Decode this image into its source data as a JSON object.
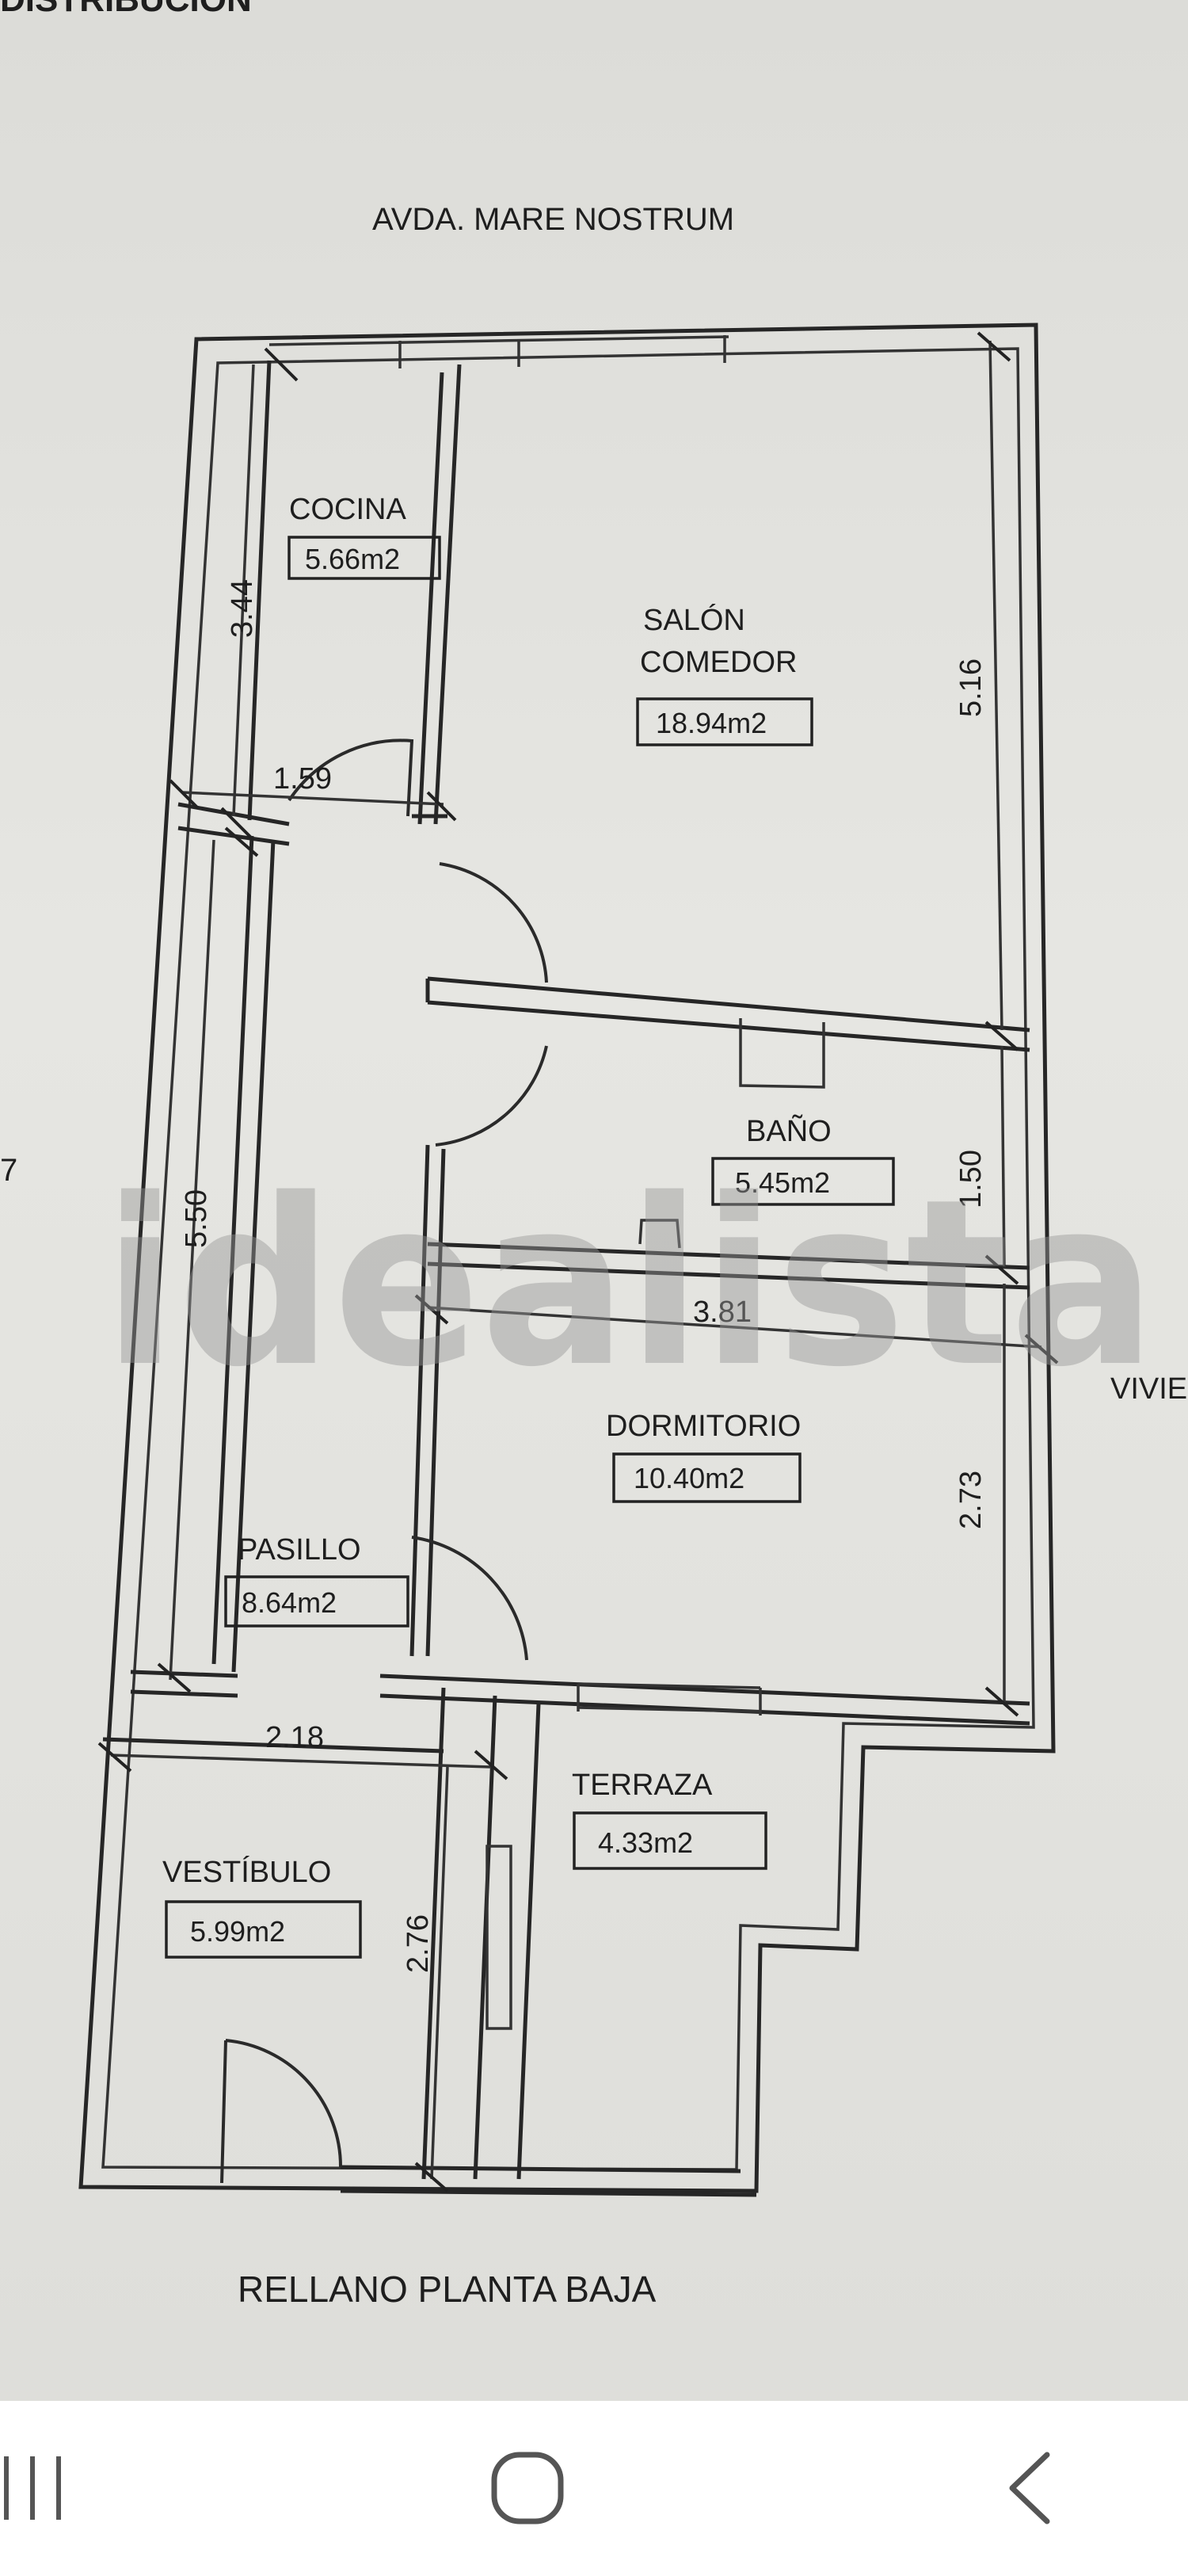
{
  "header": {
    "partial_title": "DISTRIBUCION"
  },
  "street_label": "AVDA. MARE NOSTRUM",
  "bottom_label": "RELLANO PLANTA BAJA",
  "rooms": {
    "cocina": {
      "name": "COCINA",
      "area": "5.66m2"
    },
    "salon": {
      "name_line1": "SALÓN",
      "name_line2": "COMEDOR",
      "area": "18.94m2"
    },
    "bano": {
      "name": "BAÑO",
      "area": "5.45m2"
    },
    "dormitorio": {
      "name": "DORMITORIO",
      "area": "10.40m2"
    },
    "pasillo": {
      "name": "PASILLO",
      "area": "8.64m2"
    },
    "vestibulo": {
      "name": "VESTÍBULO",
      "area": "5.99m2"
    },
    "terraza": {
      "name": "TERRAZA",
      "area": "4.33m2"
    }
  },
  "dimensions": {
    "cocina_height": "3.44",
    "cocina_width": "1.59",
    "salon_height": "5.16",
    "bano_height": "1.50",
    "pasillo_height": "5.50",
    "dormitorio_width": "3.81",
    "dormitorio_height": "2.73",
    "vestibulo_width": "2.18",
    "vestibulo_height": "2.76"
  },
  "edge_left": "7",
  "edge_right": "VIVIE",
  "watermark": "idealista",
  "colors": {
    "paper": "#dcdcd8",
    "ink": "#222222",
    "watermark": "#969696",
    "nav_background": "#ffffff",
    "nav_icon": "#555555"
  },
  "nav": {
    "recents_icon": "recents-icon",
    "home_icon": "home-icon",
    "back_icon": "back-icon"
  }
}
